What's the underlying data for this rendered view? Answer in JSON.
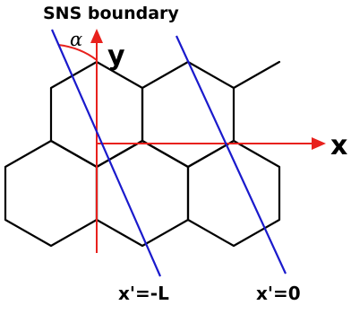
{
  "title": "SNS boundary",
  "axes": {
    "x_label": "x",
    "y_label": "y"
  },
  "angle_label": "α",
  "lines": [
    {
      "label": "x'=-L"
    },
    {
      "label": "x'=0"
    }
  ],
  "colors": {
    "lattice": "#000000",
    "axes": "#e8211d",
    "boundary_lines": "#1a1acc"
  }
}
